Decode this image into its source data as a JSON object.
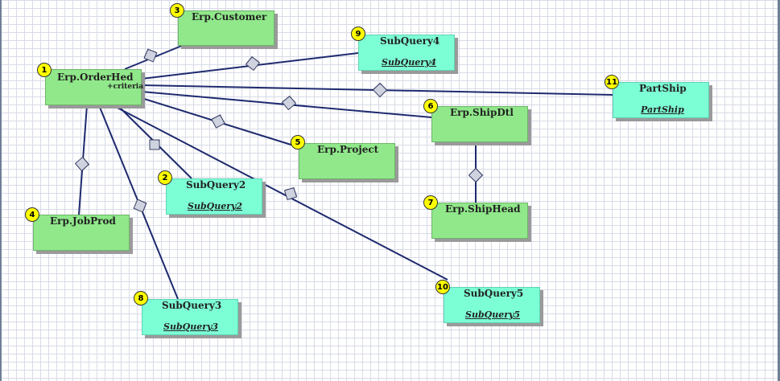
{
  "nodes": [
    {
      "id": "orderhed",
      "number": "1",
      "title": "Erp.OrderHed",
      "criteria": "+criteria",
      "kind": "erp"
    },
    {
      "id": "subquery2",
      "number": "2",
      "title": "SubQuery2",
      "alias": "SubQuery2",
      "kind": "sub"
    },
    {
      "id": "customer",
      "number": "3",
      "title": "Erp.Customer",
      "kind": "erp"
    },
    {
      "id": "jobprod",
      "number": "4",
      "title": "Erp.JobProd",
      "kind": "erp"
    },
    {
      "id": "project",
      "number": "5",
      "title": "Erp.Project",
      "kind": "erp"
    },
    {
      "id": "shipdtl",
      "number": "6",
      "title": "Erp.ShipDtl",
      "kind": "erp"
    },
    {
      "id": "shiphead",
      "number": "7",
      "title": "Erp.ShipHead",
      "kind": "erp"
    },
    {
      "id": "subquery3",
      "number": "8",
      "title": "SubQuery3",
      "alias": "SubQuery3",
      "kind": "sub"
    },
    {
      "id": "subquery4",
      "number": "9",
      "title": "SubQuery4",
      "alias": "SubQuery4",
      "kind": "sub"
    },
    {
      "id": "subquery5",
      "number": "10",
      "title": "SubQuery5",
      "alias": "SubQuery5",
      "kind": "sub"
    },
    {
      "id": "partship",
      "number": "11",
      "title": "PartShip",
      "alias": "PartShip",
      "kind": "sub"
    }
  ],
  "colors": {
    "erp_fill": "#90e88a",
    "subquery_fill": "#7dffd6",
    "badge_fill": "#ffff00",
    "link_stroke": "#1e2a6e",
    "relation_marker_fill": "#cfd3df"
  }
}
